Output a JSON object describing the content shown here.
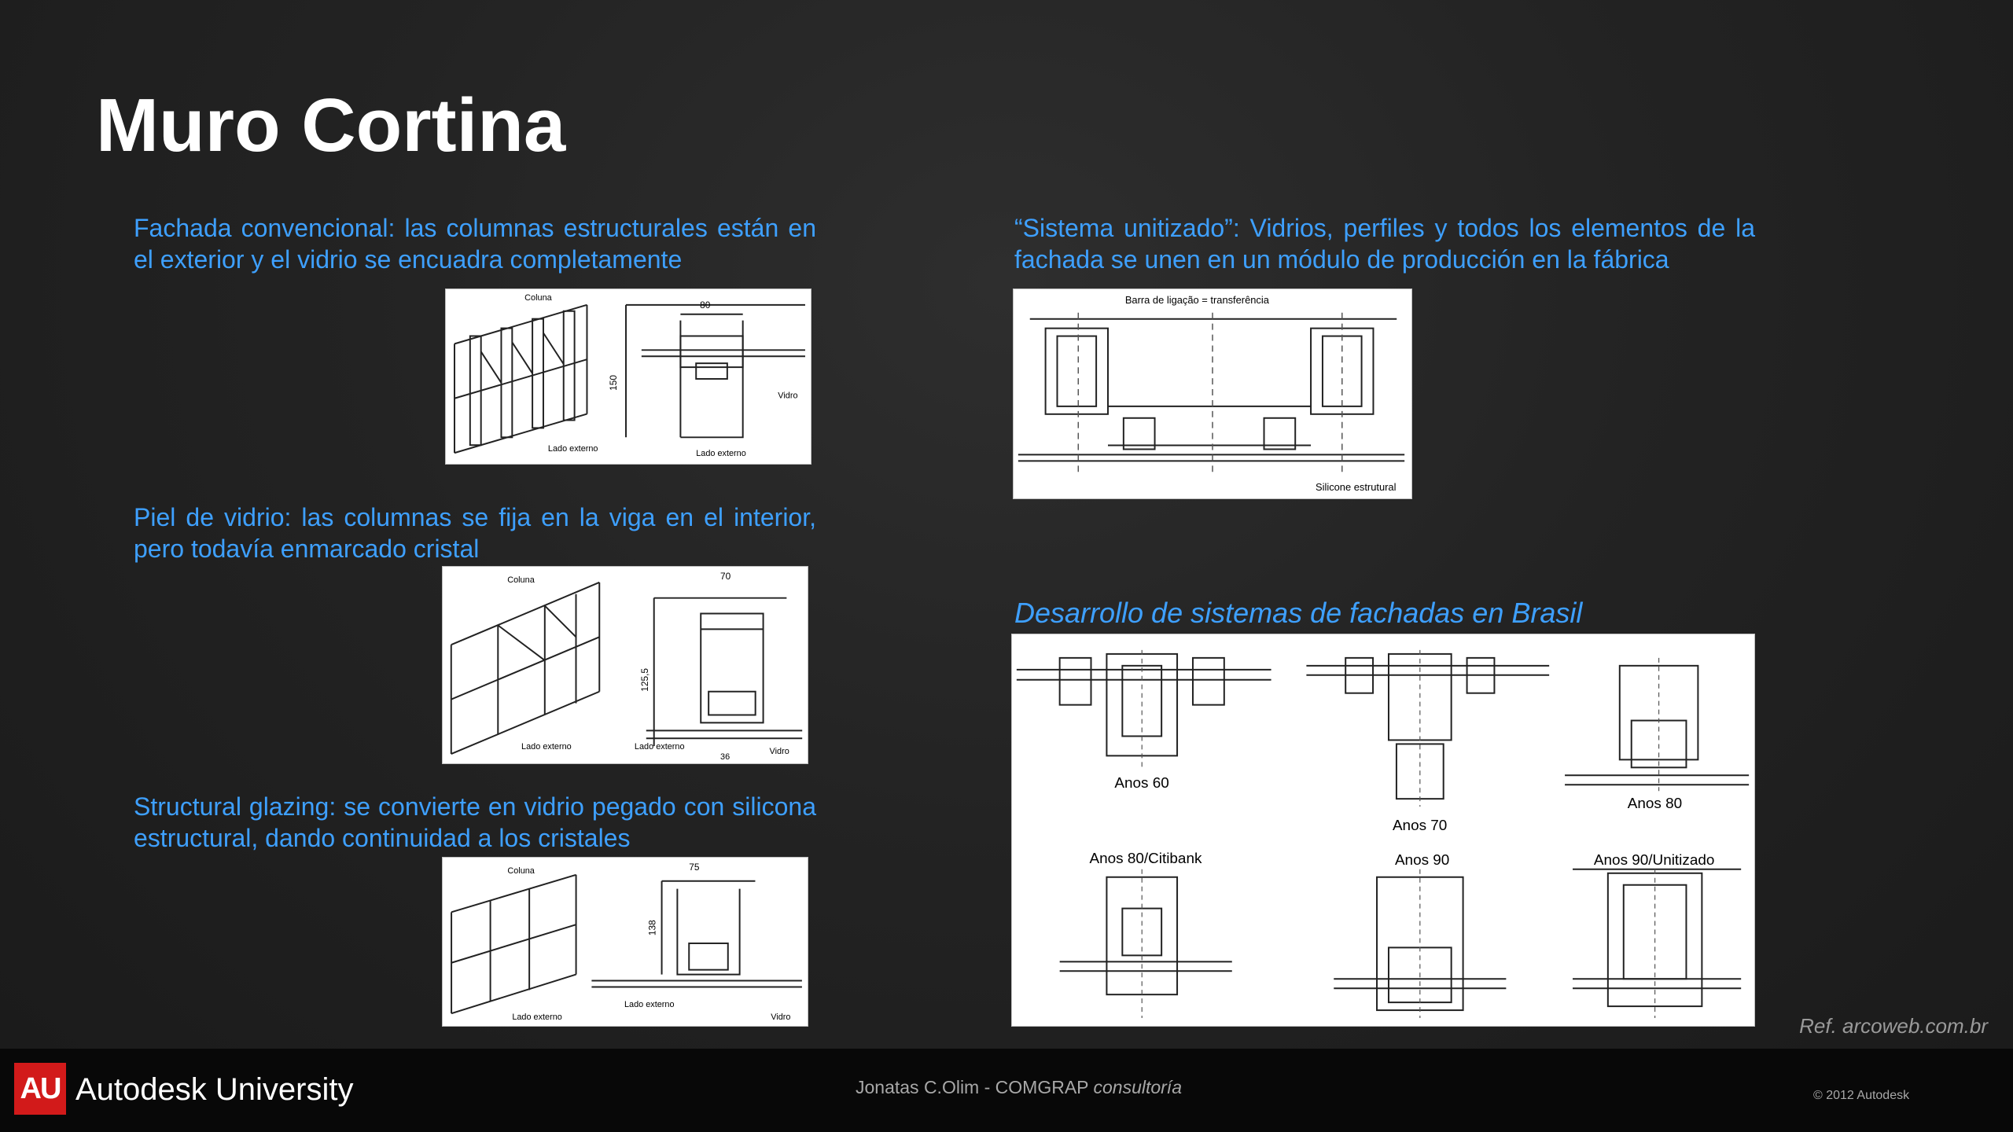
{
  "slide": {
    "title": "Muro Cortina",
    "left_sections": [
      {
        "text": "Fachada convencional: las columnas estructurales están en el exterior y el vidrio se encuadra completamente"
      },
      {
        "text": "Piel de vidrio: las columnas se fija en la viga en el interior, pero todavía enmarcado cristal"
      },
      {
        "text": "Structural glazing: se convierte en vidrio pegado con silicona estructural, dando continuidad a los cristales"
      }
    ],
    "right_section": {
      "text": "“Sistema unitizado”: Vidrios, perfiles y todos los elementos de la fachada se unen en un módulo de producción en la fábrica"
    },
    "brasil_heading": "Desarrollo de sistemas de fachadas en Brasil",
    "reference": "Ref. arcoweb.com.br"
  },
  "figures": {
    "fig1": {
      "coluna": "Coluna",
      "dim_top": "80",
      "dim_side": "150",
      "vidro": "Vidro",
      "lado_left": "Lado externo",
      "lado_right": "Lado externo"
    },
    "fig2": {
      "coluna": "Coluna",
      "dim_top": "70",
      "dim_side": "125,5",
      "dim_bottom": "36",
      "vidro": "Vidro",
      "lado_left": "Lado externo",
      "lado_right": "Lado externo"
    },
    "fig3": {
      "coluna": "Coluna",
      "dim_top": "75",
      "dim_side": "138",
      "vidro": "Vidro",
      "lado_left": "Lado externo",
      "lado_right": "Lado externo"
    },
    "fig4": {
      "barra": "Barra de ligação = transferência",
      "silicone": "Silicone estrutural"
    },
    "fig5": {
      "anos60": "Anos 60",
      "anos70": "Anos 70",
      "anos80": "Anos 80",
      "anos80c": "Anos 80/Citibank",
      "anos90": "Anos 90",
      "anos90u": "Anos 90/Unitizado"
    }
  },
  "footer": {
    "logo_mark": "AU",
    "brand": "Autodesk University",
    "author": "Jonatas C.Olim - COMGRAP",
    "author_suffix": "consultoría",
    "copyright": "© 2012 Autodesk"
  },
  "colors": {
    "accent_text": "#3ea0ff",
    "title": "#ffffff",
    "logo_red": "#d21a1a"
  }
}
